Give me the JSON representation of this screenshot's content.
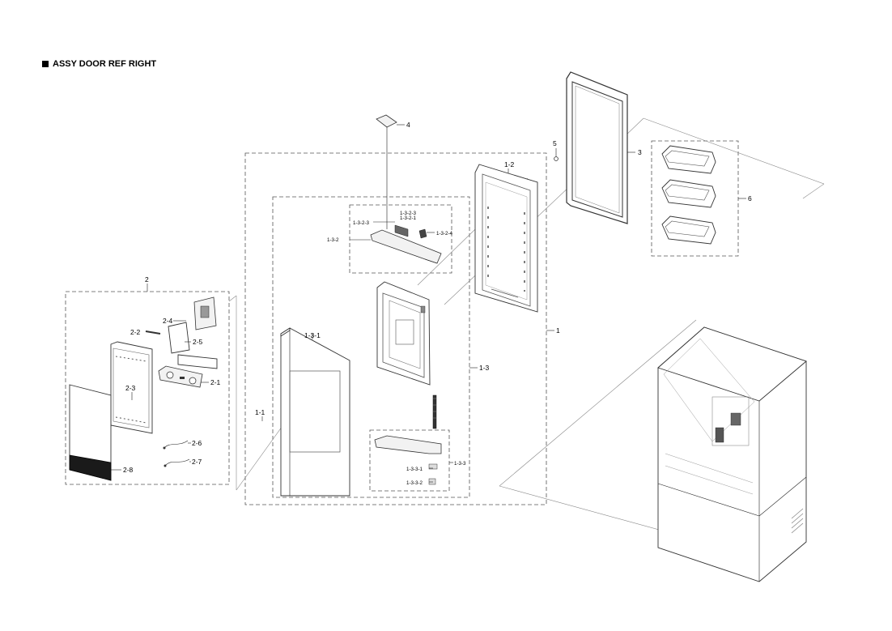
{
  "title": "ASSY DOOR REF RIGHT",
  "labels": {
    "l1": "1",
    "l1_1": "1-1",
    "l1_2": "1-2",
    "l1_3": "1-3",
    "l1_3_1": "1-3-1",
    "l1_3_2": "1-3-2",
    "l1_3_2_1": "1-3-2-1",
    "l1_3_2_3a": "1-3-2-3",
    "l1_3_2_3b": "1-3-2-3",
    "l1_3_2_4": "1-3-2-4",
    "l1_3_3": "1-3-3",
    "l1_3_3_1": "1-3-3-1",
    "l1_3_3_2": "1-3-3-2",
    "l2": "2",
    "l2_1": "2-1",
    "l2_2": "2-2",
    "l2_3": "2-3",
    "l2_4": "2-4",
    "l2_5": "2-5",
    "l2_6": "2-6",
    "l2_7": "2-7",
    "l2_8": "2-8",
    "l3": "3",
    "l4": "4",
    "l5": "5",
    "l6": "6"
  },
  "icons": {
    "title_marker": "square-bullet-icon"
  }
}
